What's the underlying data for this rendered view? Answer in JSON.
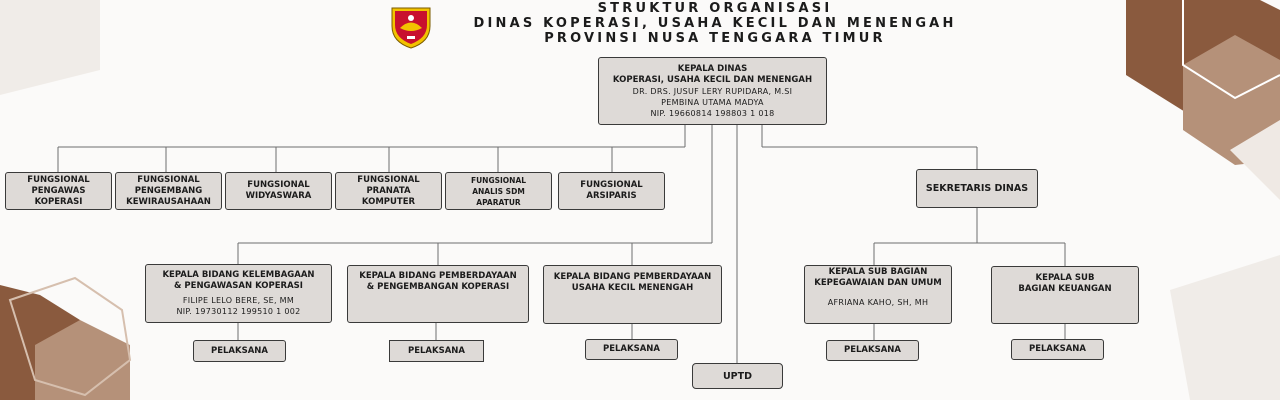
{
  "header": {
    "line1": "STRUKTUR ORGANISASI",
    "line2": "DINAS KOPERASI, USAHA KECIL DAN MENENGAH",
    "line3": "PROVINSI NUSA TENGGARA TIMUR"
  },
  "head": {
    "title1": "KEPALA DINAS",
    "title2": "KOPERASI, USAHA KECIL DAN MENENGAH",
    "name": "DR. DRS. JUSUF LERY RUPIDARA, M.SI",
    "rank": "PEMBINA UTAMA MADYA",
    "nip": "NIP. 19660814 198803 1 018"
  },
  "fungsional": [
    {
      "l1": "FUNGSIONAL",
      "l2": "PENGAWAS KOPERASI"
    },
    {
      "l1": "FUNGSIONAL",
      "l2": "PENGEMBANG",
      "l3": "KEWIRAUSAHAAN"
    },
    {
      "l1": "FUNGSIONAL",
      "l2": "WIDYASWARA"
    },
    {
      "l1": "FUNGSIONAL",
      "l2": "PRANATA KOMPUTER"
    },
    {
      "l1": "FUNGSIONAL",
      "l2": "ANALIS SDM APARATUR"
    },
    {
      "l1": "FUNGSIONAL",
      "l2": "ARSIPARIS"
    }
  ],
  "sekretaris": "SEKRETARIS DINAS",
  "bidang": [
    {
      "l1": "KEPALA BIDANG KELEMBAGAAN",
      "l2": "& PENGAWASAN KOPERASI",
      "name": "FILIPE LELO BERE, SE, MM",
      "nip": "NIP. 19730112 199510 1 002"
    },
    {
      "l1": "KEPALA BIDANG PEMBERDAYAAN",
      "l2": "& PENGEMBANGAN KOPERASI"
    },
    {
      "l1": "KEPALA BIDANG PEMBERDAYAAN",
      "l2": "USAHA KECIL MENENGAH"
    }
  ],
  "subbagian": [
    {
      "l1": "KEPALA SUB BAGIAN",
      "l2": "KEPEGAWAIAN  DAN UMUM",
      "name": "AFRIANA KAHO, SH, MH"
    },
    {
      "l1": "KEPALA SUB",
      "l2": "BAGIAN KEUANGAN"
    }
  ],
  "pelaksana": "PELAKSANA",
  "uptd": "UPTD",
  "colors": {
    "box_fill": "#dedad7",
    "box_border": "#3a3a3a",
    "deco_dark": "#8a5a3e",
    "deco_mid": "#b59179",
    "logo_red": "#c8102e",
    "logo_yellow": "#f2c200"
  }
}
